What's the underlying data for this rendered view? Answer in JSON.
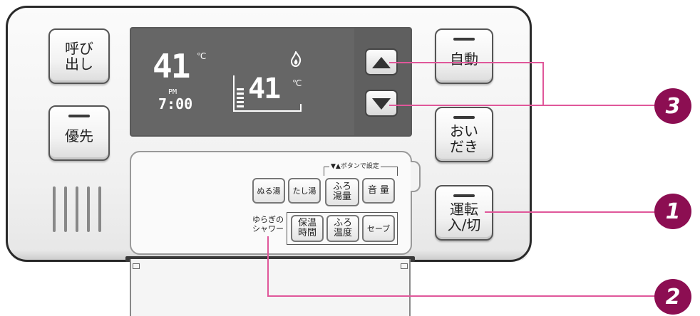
{
  "colors": {
    "callout_line": "#e0579a",
    "callout_badge": "#8c0e52",
    "display_bg": "#666666"
  },
  "left_buttons": {
    "call": {
      "line1": "呼び",
      "line2": "出し"
    },
    "priority": {
      "label": "優先"
    }
  },
  "display": {
    "main_temp": "41",
    "main_unit": "℃",
    "ampm": "PM",
    "clock": "7:00",
    "flame_icon": "flame-icon",
    "bath_temp": "41",
    "bath_unit": "℃",
    "bath_icon": "bath-level-icon"
  },
  "arrows": {
    "up": "up-triangle-icon",
    "down": "down-triangle-icon"
  },
  "right_buttons": {
    "auto": {
      "label": "自動"
    },
    "reheat": {
      "line1": "おい",
      "line2": "だき"
    },
    "power": {
      "line1": "運転",
      "line2": "入/切"
    }
  },
  "lid": {
    "hint": "▼▲ボタンで設定",
    "row1": [
      {
        "line1": "ぬる湯",
        "line2": ""
      },
      {
        "line1": "たし湯",
        "line2": ""
      },
      {
        "line1": "ふろ",
        "line2": "湯量"
      },
      {
        "line1": "音 量",
        "line2": ""
      }
    ],
    "row2_plain": {
      "line1": "ゆらぎの",
      "line2": "シャワー"
    },
    "row2": [
      {
        "line1": "保温",
        "line2": "時間"
      },
      {
        "line1": "ふろ",
        "line2": "温度"
      },
      {
        "line1": "セーブ",
        "line2": ""
      }
    ]
  },
  "callouts": {
    "one": "1",
    "two": "2",
    "three": "3"
  }
}
